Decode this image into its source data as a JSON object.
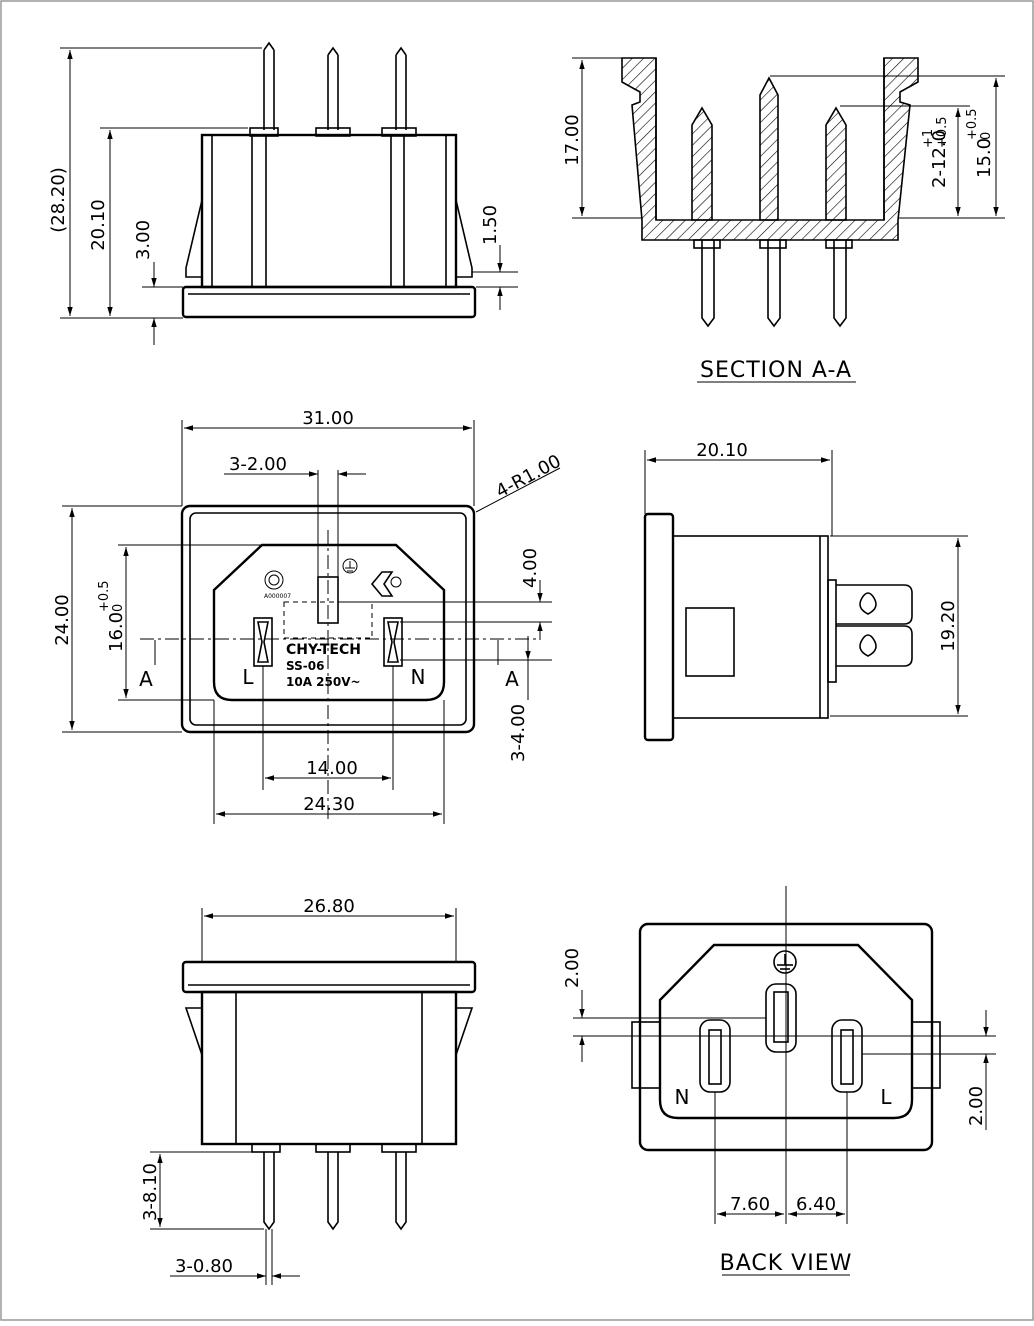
{
  "drawing": {
    "titles": {
      "section": "SECTION A-A",
      "back": "BACK VIEW"
    },
    "side_view": {
      "overall_height": "(28.20)",
      "body_height": "20.10",
      "flange": "3.00",
      "step": "1.50"
    },
    "section_view": {
      "depth": "17.00",
      "pin_height_main": "2-12.0",
      "pin_tol_main": "+1",
      "pin_tol_main_low": "+0.5",
      "pin_height_ground": "15.0",
      "pin_tol_ground_up": "+0.5",
      "pin_tol_ground_low": "0"
    },
    "front_view": {
      "width": "31.00",
      "height": "24.00",
      "pin_width": "3-2.00",
      "corner_radius": "4-R1.00",
      "opening_height": "16.0",
      "opening_tol_up": "+0.5",
      "opening_tol_low": "0",
      "ground_offset": "4.00",
      "pin_length": "3-4.00",
      "pin_spacing": "14.00",
      "opening_width": "24.30",
      "section_marker": "A",
      "label_live": "L",
      "label_neutral": "N",
      "brand": "CHY-TECH",
      "model": "SS-06",
      "rating": "10A  250V~",
      "cert": "A000007"
    },
    "right_view": {
      "depth": "20.10",
      "height": "19.20"
    },
    "bottom_view": {
      "width": "26.80",
      "pin_length": "3-8.10",
      "pin_thickness": "3-0.80"
    },
    "back_view": {
      "ground_offset": "2.00",
      "side_offset": "2.00",
      "n_spacing": "7.60",
      "l_spacing": "6.40",
      "label_neutral": "N",
      "label_live": "L"
    }
  }
}
